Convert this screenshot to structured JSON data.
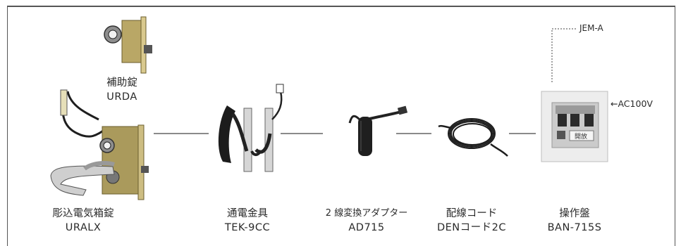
{
  "components": [
    {
      "id": "urda",
      "name": "補助錠",
      "model": "URDA"
    },
    {
      "id": "uralx",
      "name": "彫込電気箱錠",
      "model": "URALX"
    },
    {
      "id": "tek",
      "name": "通電金具",
      "model": "TEK-9CC"
    },
    {
      "id": "ad715",
      "name": "2 線変換アダプター",
      "model": "AD715"
    },
    {
      "id": "den",
      "name": "配線コード",
      "model": "DENコード2C"
    },
    {
      "id": "ban",
      "name": "操作盤",
      "model": "BAN-715S"
    }
  ],
  "annotations": {
    "jem": "JEM-A",
    "ac": "←AC100V",
    "panel_button": "開放"
  }
}
